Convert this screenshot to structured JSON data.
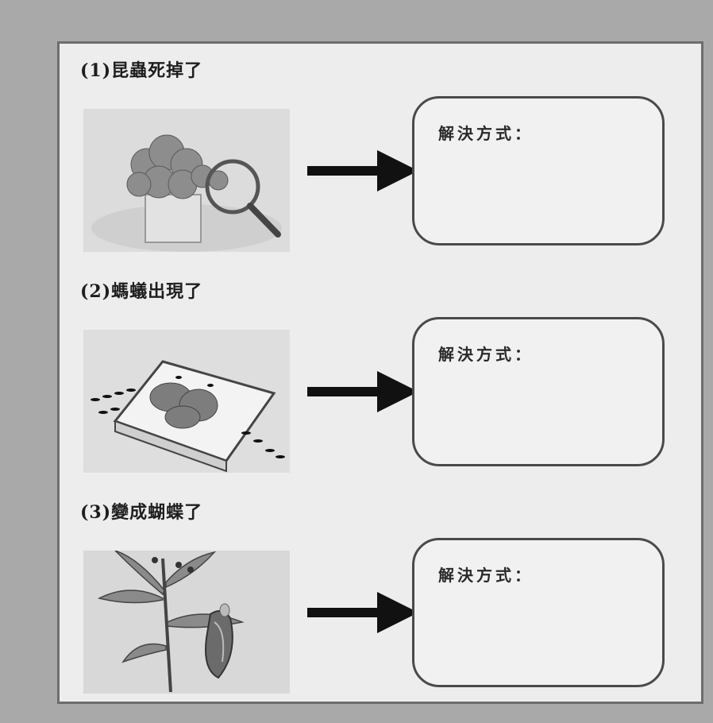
{
  "sections": [
    {
      "title": "(1)昆蟲死掉了",
      "answer_label": "解決方式：",
      "image_icon": "magnifier-on-plant-icon"
    },
    {
      "title": "(2)螞蟻出現了",
      "answer_label": "解決方式：",
      "image_icon": "ants-on-box-icon"
    },
    {
      "title": "(3)變成蝴蝶了",
      "answer_label": "解決方式：",
      "image_icon": "chrysalis-on-plant-icon"
    }
  ],
  "colors": {
    "frame": "#a9a9a9",
    "panel": "#ededed",
    "ink": "#1e1e1e"
  }
}
